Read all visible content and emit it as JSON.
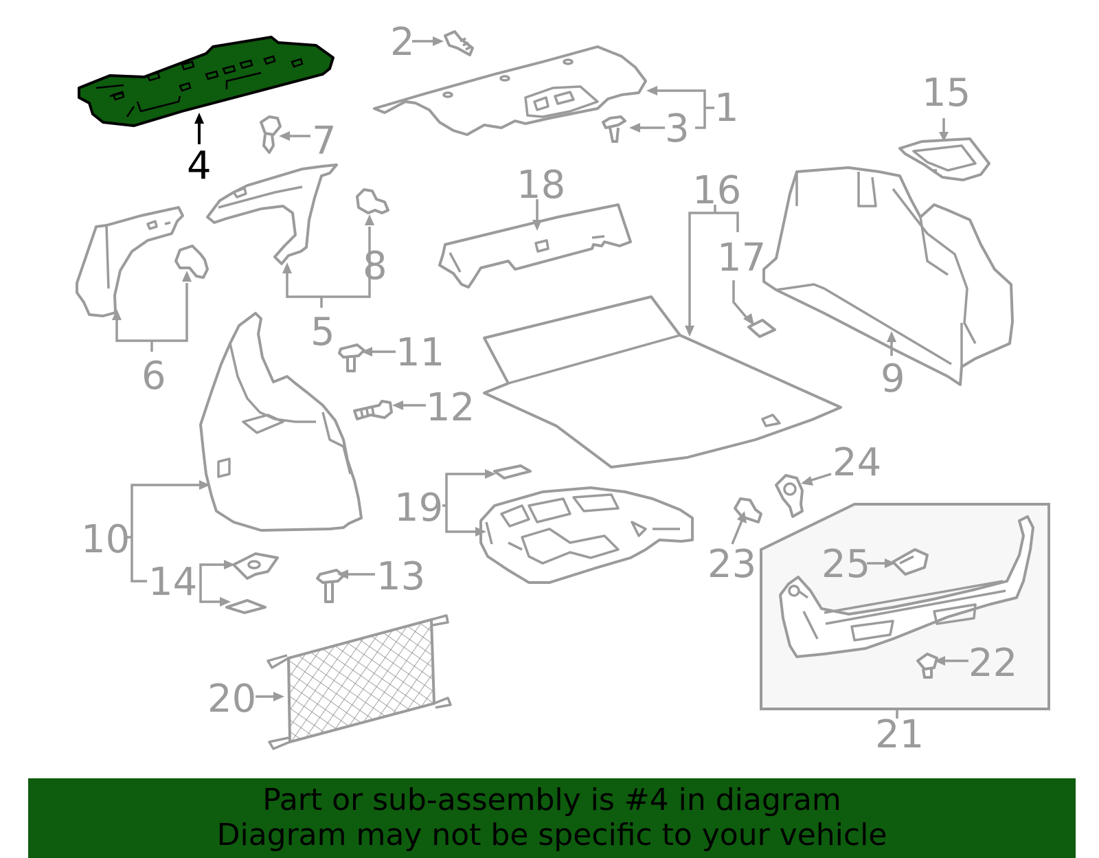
{
  "diagram": {
    "highlighted_part": "4",
    "highlight_color": "#0e5c0e",
    "line_color": "#9b9b9b",
    "callouts": {
      "c1": "1",
      "c2": "2",
      "c3": "3",
      "c4": "4",
      "c5": "5",
      "c6": "6",
      "c7": "7",
      "c8": "8",
      "c9": "9",
      "c10": "10",
      "c11": "11",
      "c12": "12",
      "c13": "13",
      "c14": "14",
      "c15": "15",
      "c16": "16",
      "c17": "17",
      "c18": "18",
      "c19": "19",
      "c20": "20",
      "c21": "21",
      "c22": "22",
      "c23": "23",
      "c24": "24",
      "c25": "25"
    }
  },
  "banner": {
    "line1": "Part or sub-assembly is #4 in diagram",
    "line2": "Diagram may not be specific to your vehicle",
    "background": "#0e5c0e"
  }
}
